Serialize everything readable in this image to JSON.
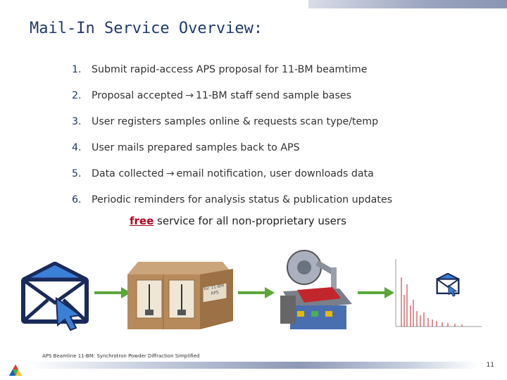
{
  "slide": {
    "title": "Mail-In Service Overview:",
    "steps": [
      {
        "number": "1.",
        "parts": [
          "Submit rapid-access APS proposal for 11-BM beamtime"
        ]
      },
      {
        "number": "2.",
        "parts": [
          "Proposal accepted",
          "11-BM staff send sample bases"
        ]
      },
      {
        "number": "3.",
        "parts": [
          "User registers samples online & requests scan type/temp"
        ]
      },
      {
        "number": "4.",
        "parts": [
          "User mails prepared samples back to APS"
        ]
      },
      {
        "number": "5.",
        "parts": [
          "Data collected",
          "email notification, user downloads data"
        ]
      },
      {
        "number": "6.",
        "parts": [
          "Periodic reminders for analysis status & publication updates"
        ]
      }
    ],
    "arrow_glyph": "→",
    "tagline": {
      "emphasis": "free",
      "rest": " service for all non-proprietary users"
    },
    "box_label_line1": "for 11-BM",
    "box_label_line2": "APS",
    "footer": "APS Beamline 11-BM: Synchrotron Powder Diffraction Simplified",
    "page_number": "11",
    "colors": {
      "title": "#1f3a6b",
      "free": "#b4001b",
      "arrow": "#5aa63a",
      "envelope": "#1a2a5a",
      "envelope_fill": "#3b7fd6"
    }
  }
}
